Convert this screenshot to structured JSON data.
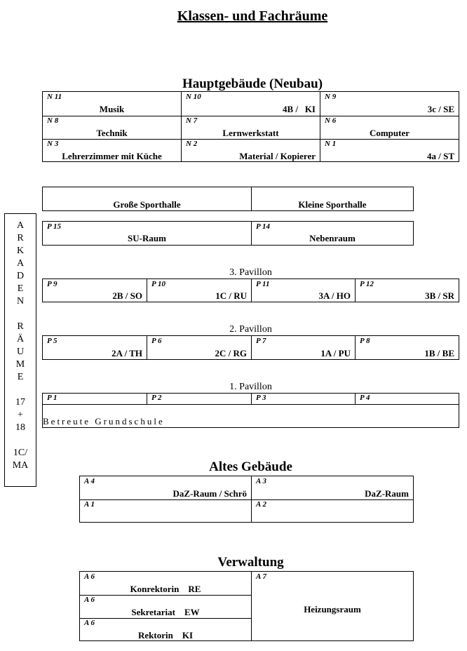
{
  "title": "Klassen- und Fachräume",
  "hauptgebaeude": {
    "heading": "Hauptgebäude (Neubau)",
    "rows": [
      [
        {
          "code": "N 11",
          "name": "Musik"
        },
        {
          "code": "N 10",
          "name": "4B /   KI"
        },
        {
          "code": "N 9",
          "name": "3c / SE"
        }
      ],
      [
        {
          "code": "N 8",
          "name": "Technik"
        },
        {
          "code": "N 7",
          "name": "Lernwerkstatt"
        },
        {
          "code": "N 6",
          "name": "Computer"
        }
      ],
      [
        {
          "code": "N 3",
          "name": "Lehrerzimmer mit Küche"
        },
        {
          "code": "N 2",
          "name": "Material / Kopierer"
        },
        {
          "code": "N 1",
          "name": "4a / ST"
        }
      ]
    ]
  },
  "sporthallen": [
    "Große Sporthalle",
    "Kleine Sporthalle"
  ],
  "su_row": [
    {
      "code": "P 15",
      "name": "SU-Raum"
    },
    {
      "code": "P 14",
      "name": "Nebenraum"
    }
  ],
  "pavillon3": {
    "label": "3. Pavillon",
    "cells": [
      {
        "code": "P 9",
        "name": "2B / SO"
      },
      {
        "code": "P 10",
        "name": "1C / RU"
      },
      {
        "code": "P 11",
        "name": "3A / HO"
      },
      {
        "code": "P 12",
        "name": "3B / SR"
      }
    ]
  },
  "pavillon2": {
    "label": "2. Pavillon",
    "cells": [
      {
        "code": "P 5",
        "name": "2A / TH"
      },
      {
        "code": "P 6",
        "name": "2C / RG"
      },
      {
        "code": "P 7",
        "name": "1A / PU"
      },
      {
        "code": "P 8",
        "name": "1B / BE"
      }
    ]
  },
  "pavillon1": {
    "label": "1. Pavillon",
    "codes": [
      "P 1",
      "P 2",
      "P 3",
      "P 4"
    ],
    "name": "Betreute Grundschule"
  },
  "arkaden": {
    "letters1": [
      "A",
      "R",
      "K",
      "A",
      "D",
      "E",
      "N"
    ],
    "letters2": [
      "R",
      "Ä",
      "U",
      "M",
      "E"
    ],
    "line_a": "17",
    "line_b": "+",
    "line_c": "18",
    "line_d": "1C/",
    "line_e": "MA"
  },
  "altes_gebaeude": {
    "heading": "Altes Gebäude",
    "cells": [
      {
        "code": "A 4",
        "name": "DaZ-Raum / Schrö"
      },
      {
        "code": "A 3",
        "name": "DaZ-Raum"
      },
      {
        "code": "A 1",
        "name": ""
      },
      {
        "code": "A 2",
        "name": ""
      }
    ]
  },
  "verwaltung": {
    "heading": "Verwaltung",
    "left": [
      {
        "code": "A 6",
        "name": "Konrektorin    RE"
      },
      {
        "code": "A 6",
        "name": "Sekretariat    EW"
      },
      {
        "code": "A 6",
        "name": "Rektorin    KI"
      }
    ],
    "right": {
      "code": "A 7",
      "name": "Heizungsraum"
    }
  }
}
